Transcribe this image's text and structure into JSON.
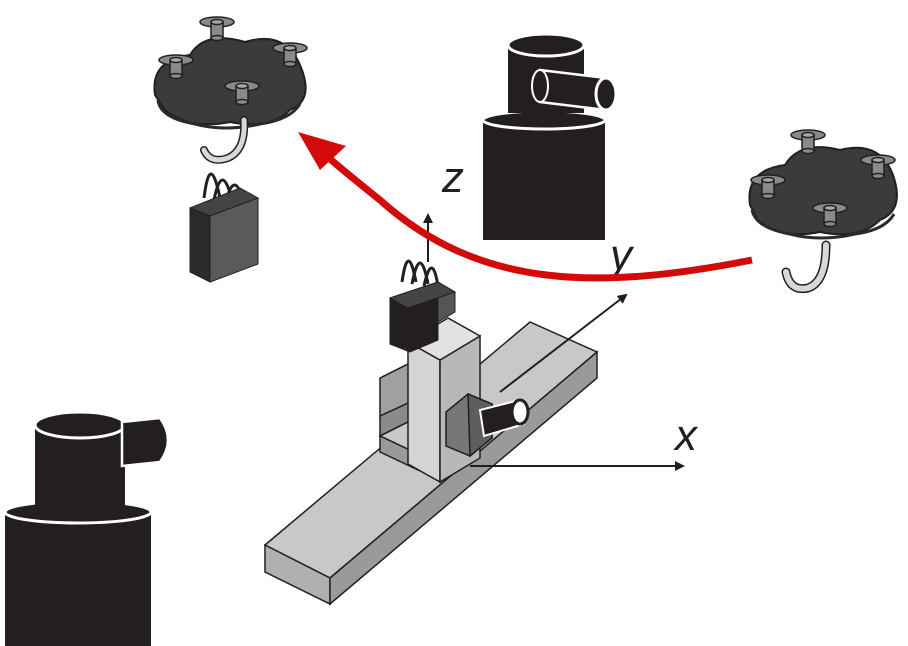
{
  "axes": {
    "x_label": "x",
    "y_label": "y",
    "z_label": "z"
  },
  "colors": {
    "trajectory": "#d20a0a",
    "camera_body": "#231f20",
    "drone_body": "#3b3b3b",
    "drone_parts": "#8a8a8a",
    "rail": "#c0c0c0",
    "bag_front": "#2b2b2b",
    "bag_side": "#555555"
  },
  "icons": {
    "drone_left": "drone-icon",
    "drone_right": "drone-icon",
    "camera_top": "camera-icon",
    "camera_bottom": "camera-icon",
    "gripper_camera": "camera-icon",
    "bag": "shopping-bag-icon"
  }
}
